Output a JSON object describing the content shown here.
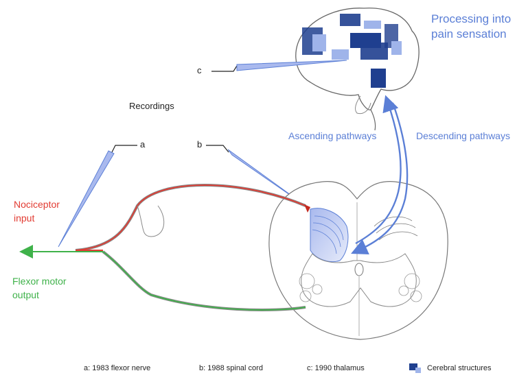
{
  "brain": {
    "title_line1": "Processing into",
    "title_line2": "pain sensation"
  },
  "pathways": {
    "ascending": "Ascending pathways",
    "descending": "Descending pathways"
  },
  "recordings": {
    "label": "Recordings",
    "electrode_a": "a",
    "electrode_b": "b",
    "electrode_c": "c"
  },
  "input": {
    "line1": "Nociceptor",
    "line2": "input"
  },
  "output": {
    "line1": "Flexor motor",
    "line2": "output"
  },
  "legend": {
    "a": "a: 1983 flexor nerve",
    "b": "b: 1988 spinal cord",
    "c": "c: 1990 thalamus",
    "cerebral": "Cerebral structures"
  },
  "colors": {
    "blue": "#5b7fd6",
    "dark_blue": "#1f3f8f",
    "red": "#e23b32",
    "green": "#3fb24a"
  }
}
